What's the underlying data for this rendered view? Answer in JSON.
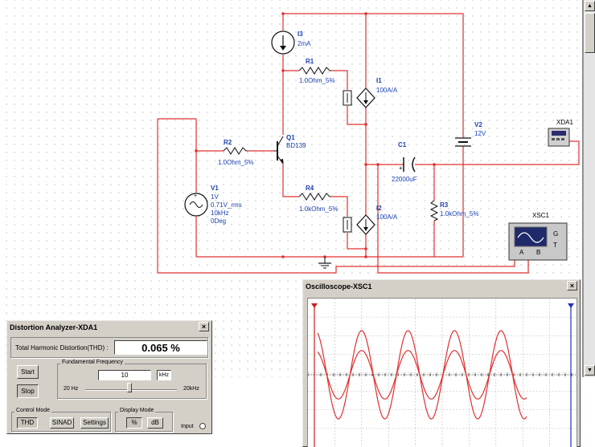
{
  "schematic": {
    "labels": {
      "i3_name": "I3",
      "i3_value": "2mA",
      "r1_name": "R1",
      "r1_value": "1.0Ohm_5%",
      "i1_name": "I1",
      "i1_value": "100A/A",
      "v2_name": "V2",
      "v2_value": "12V",
      "xda1_name": "XDA1",
      "q1_name": "Q1",
      "q1_value": "BD139",
      "r2_name": "R2",
      "r2_value": "1.0Ohm_5%",
      "c1_name": "C1",
      "c1_value": "22000uF",
      "v1_name": "V1",
      "v1_line1": "1V",
      "v1_line2": "0.71V_rms",
      "v1_line3": "10kHz",
      "v1_line4": "0Deg",
      "r4_name": "R4",
      "r4_value": "1.0kOhm_5%",
      "i2_name": "I2",
      "i2_value": "100A/A",
      "r3_name": "R3",
      "r3_value": "1.0kOhm_5%",
      "xsc1_name": "XSC1",
      "xsc1_g": "G",
      "xsc1_t": "T",
      "xsc1_a": "A",
      "xsc1_b": "B"
    },
    "colors": {
      "wire": "#e03030",
      "component": "#1a1a1a",
      "label": "#1a3fb0"
    }
  },
  "scrollbar": {
    "up": "▲",
    "down": "▼"
  },
  "oscilloscope": {
    "title": "Oscilloscope-XSC1",
    "close": "×",
    "trace_color": "#e03030",
    "cycles": 4.5,
    "amplitude_large": 1.0,
    "amplitude_small": 0.55
  },
  "distortion": {
    "title": "Distortion Analyzer-XDA1",
    "close": "×",
    "thd_label": "Total Harmonic Distortion(THD) :",
    "thd_value": "0.065 %",
    "start_label": "Start",
    "stop_label": "Stop",
    "freq_group": "Fundamental Frequency",
    "freq_value": "10",
    "freq_unit": "kHz",
    "slider_min": "20 Hz",
    "slider_max": "20kHz",
    "slider_level": 0.48,
    "control_group": "Control Mode",
    "thd_btn": "THD",
    "sinad_btn": "SINAD",
    "settings_btn": "Settings",
    "display_group": "Display Mode",
    "pct_btn": "%",
    "db_btn": "dB",
    "input_label": "Input"
  }
}
